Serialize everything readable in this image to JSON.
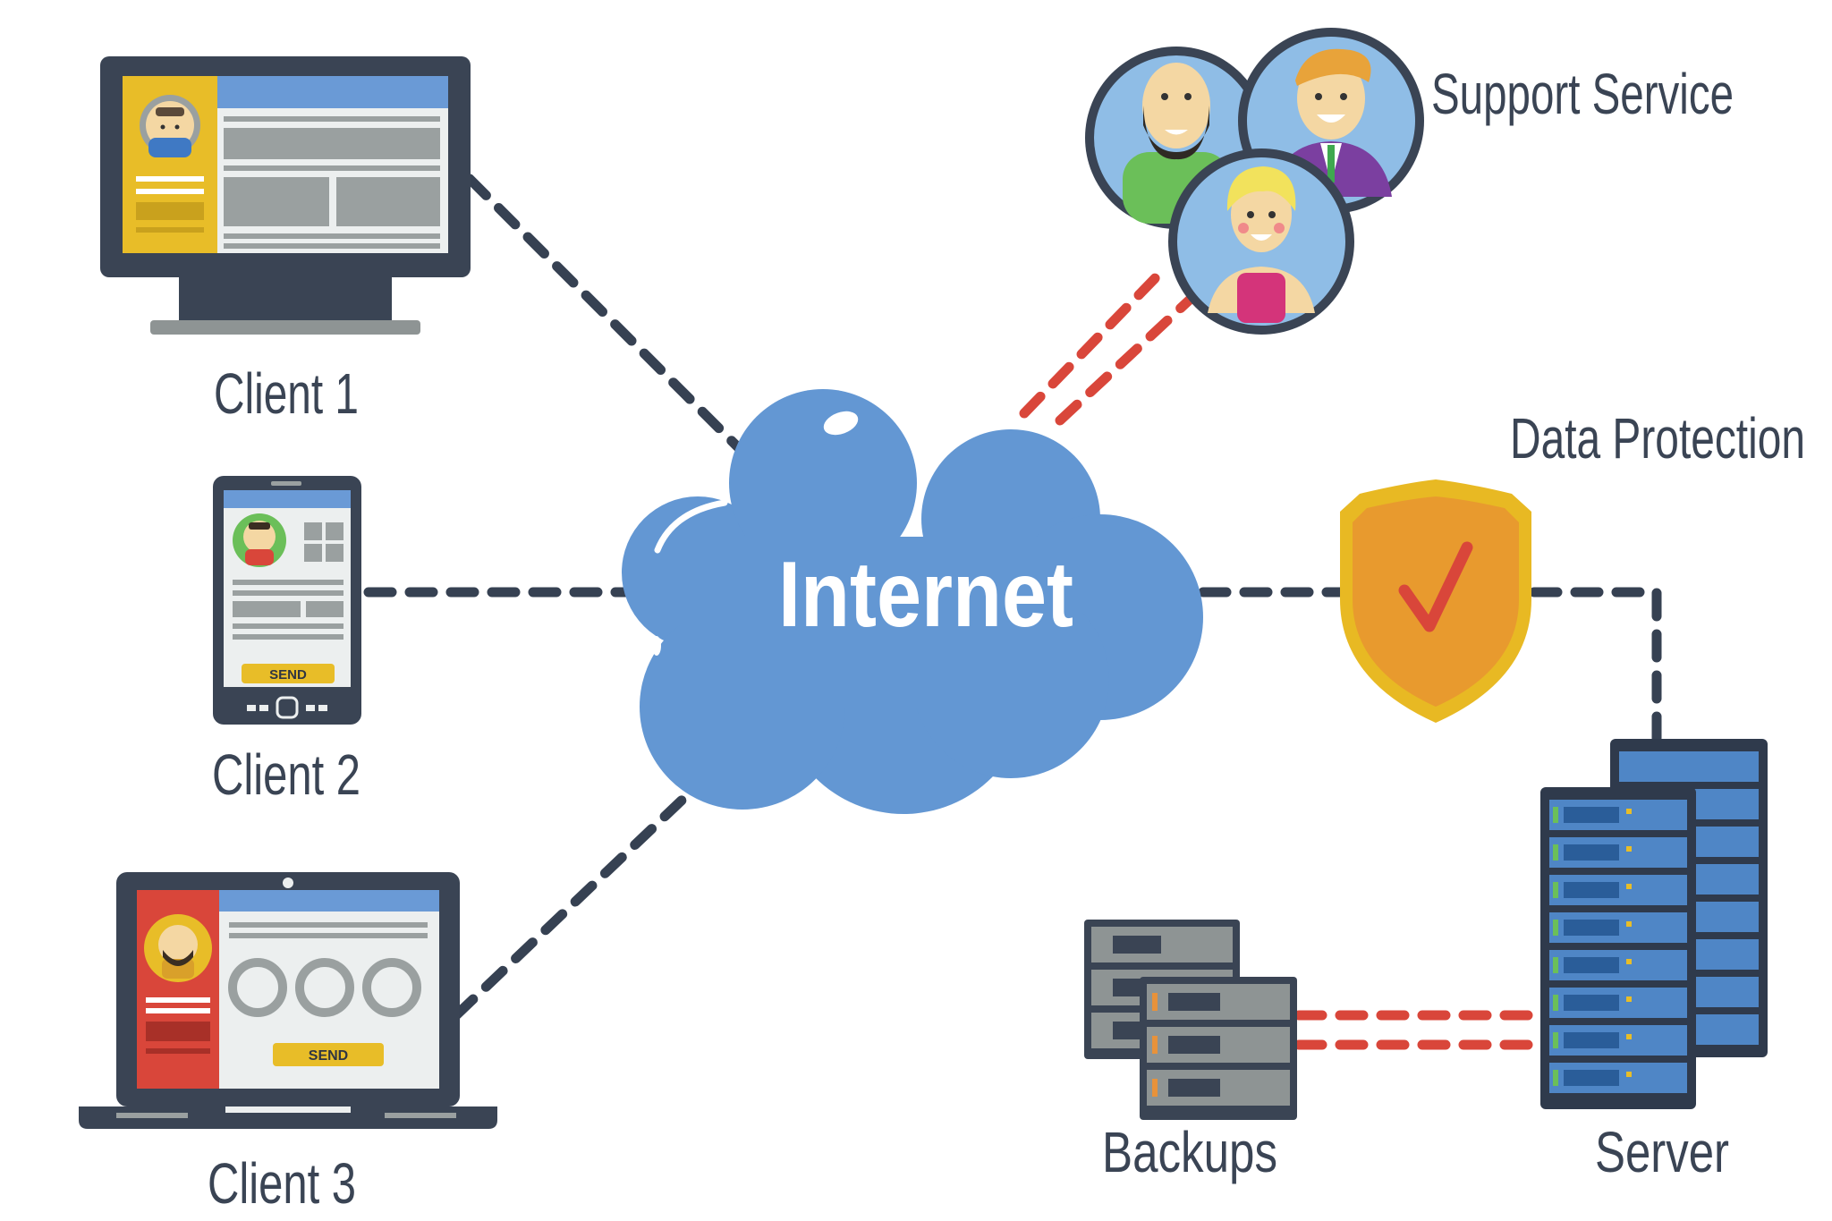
{
  "labels": {
    "client1": "Client 1",
    "client2": "Client 2",
    "client3": "Client 3",
    "internet": "Internet",
    "support": "Support Service",
    "protection": "Data Protection",
    "backups": "Backups",
    "server": "Server"
  },
  "buttons": {
    "tablet_send": "SEND",
    "laptop_send": "SEND"
  },
  "colors": {
    "dark": "#3a4454",
    "cloud": "#6397d3",
    "cloud_highlight": "#ffffff",
    "link_dark": "#364152",
    "link_red": "#d9463a",
    "shield_outer": "#e8b923",
    "shield_inner": "#e89a2e",
    "check": "#d9463a",
    "screen_blue": "#6a9ad6",
    "panel_gray": "#9aa0a0",
    "yellow": "#e8bd28",
    "red_panel": "#d9463a",
    "rack_blue": "#4f86c6",
    "rack_dark": "#2f3a4c",
    "backup_gray": "#6e7475"
  }
}
